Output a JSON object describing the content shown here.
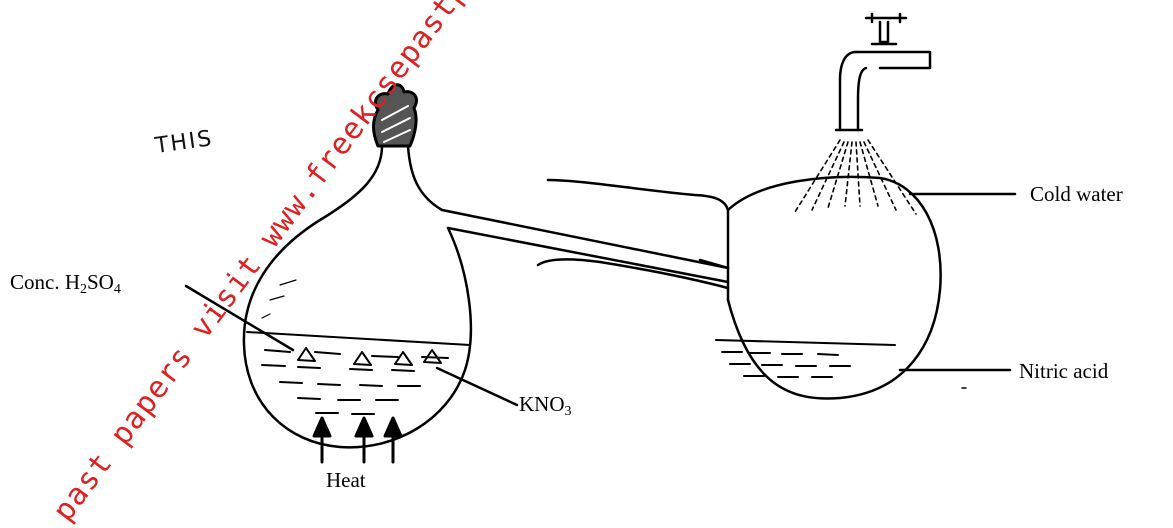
{
  "labels": {
    "cold_water": "Cold water",
    "conc_prefix": "Conc. H",
    "conc_sub1": "2",
    "conc_mid": "SO",
    "conc_sub2": "4",
    "kno3_prefix": "KNO",
    "kno3_sub": "3",
    "nitric_acid": "Nitric acid",
    "heat": "Heat",
    "handwriting": "THIS"
  },
  "watermark": {
    "text": "past papers visit www.freekcsepastpapers"
  },
  "colors": {
    "ink": "#000000",
    "watermark": "#e02020"
  }
}
